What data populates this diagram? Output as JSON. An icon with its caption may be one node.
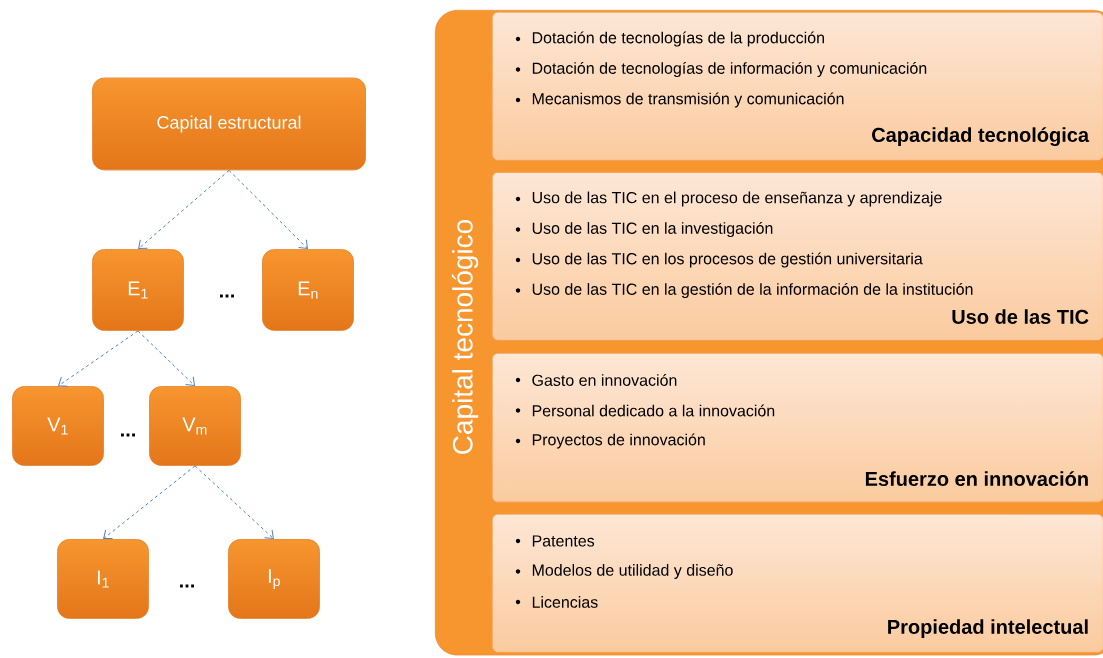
{
  "diagram": {
    "nodes": [
      {
        "text": [
          "Capital estructural"
        ]
      },
      {
        "text": [
          "E$_{1}$"
        ]
      },
      {
        "text": [
          "E$_{n}$"
        ]
      },
      {
        "text": [
          "V$_{1}$"
        ]
      },
      {
        "text": [
          "V$_{m}$"
        ]
      },
      {
        "text": [
          "I$_{1}$"
        ]
      },
      {
        "text": [
          "I$_{p}$"
        ]
      },
      {
        "text": [
          "Capital tecnológico"
        ]
      },
      {
        "text": [
          "Dotación de tecnologías de la producción",
          "Dotación de tecnologías de información y comunicación",
          "Mecanismos de transmisión y comunicación",
          "Capacidad tecnológica"
        ],
        "in": 7
      },
      {
        "text": [
          "Uso de las TIC en el proceso de enseñanza y aprendizaje",
          "Uso de las TIC en la investigación",
          "Uso de las TIC en los procesos de gestión universitaria",
          "Uso de las TIC en la gestión de la información de la institución",
          "Uso de las TIC"
        ],
        "in": 7
      },
      {
        "text": [
          "Gasto en innovación",
          "Personal dedicado a la innovación",
          "Proyectos de innovación",
          "Esfuerzo en innovación"
        ],
        "in": 7
      },
      {
        "text": [
          "Patentes",
          "Modelos de utilidad y diseño",
          "Licencias",
          "Propiedad intelectual"
        ],
        "in": 7
      }
    ],
    "edges": [
      {
        "from": 0,
        "to": 1,
        "arrow": "to",
        "style": "dashed"
      },
      {
        "from": 0,
        "to": 2,
        "arrow": "to",
        "style": "dashed"
      },
      {
        "from": 1,
        "to": 3,
        "arrow": "to",
        "style": "dashed"
      },
      {
        "from": 1,
        "to": 4,
        "arrow": "to",
        "style": "dashed"
      },
      {
        "from": 4,
        "to": 5,
        "arrow": "to",
        "style": "dashed"
      },
      {
        "from": 4,
        "to": 6,
        "arrow": "to",
        "style": "dashed"
      }
    ],
    "labels": [
      "...",
      "...",
      "..."
    ]
  }
}
